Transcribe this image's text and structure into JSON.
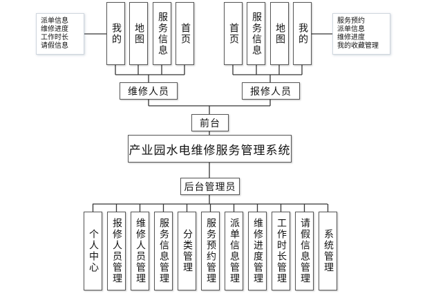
{
  "system_title": "产业园水电维修服务管理系统",
  "frontend_label": "前台",
  "backend_label": "后台管理员",
  "repairer": {
    "label": "维修人员",
    "modules": [
      "我的",
      "地图",
      "服务信息",
      "首页"
    ],
    "note_items": [
      "派单信息",
      "维修进度",
      "工作时长",
      "请假信息"
    ]
  },
  "reporter": {
    "label": "报修人员",
    "modules": [
      "首页",
      "服务信息",
      "地图",
      "我的"
    ],
    "note_items": [
      "服务预约",
      "派单信息",
      "维修进度",
      "我的收藏管理"
    ]
  },
  "admin_modules": [
    "个人中心",
    "报修人员管理",
    "维修人员管理",
    "服务信息管理",
    "分类管理",
    "服务预约管理",
    "派单信息管理",
    "维修进度管理",
    "工作时长管理",
    "请假信息管理",
    "系统管理"
  ]
}
